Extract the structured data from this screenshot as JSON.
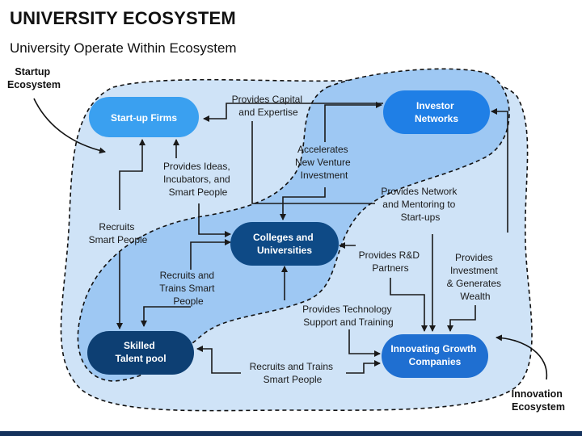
{
  "header": {
    "title": "UNIVERSITY ECOSYSTEM",
    "subtitle": "University Operate Within Ecosystem"
  },
  "ecosystems": {
    "startup": [
      "Startup",
      "Ecosystem"
    ],
    "innovation": [
      "Innovation",
      "Ecosystem"
    ]
  },
  "nodes": {
    "startup_firms": [
      "Start-up Firms"
    ],
    "investor_networks": [
      "Investor",
      "Networks"
    ],
    "colleges": [
      "Colleges and",
      "Universities"
    ],
    "talent_pool": [
      "Skilled",
      "Talent pool"
    ],
    "innovating_companies": [
      "Innovating Growth",
      "Companies"
    ]
  },
  "labels": {
    "capital": [
      "Provides Capital",
      "and Expertise"
    ],
    "accelerates": [
      "Accelerates",
      "New Venture",
      "Investment"
    ],
    "ideas": [
      "Provides Ideas,",
      "Incubators, and",
      "Smart People"
    ],
    "network": [
      "Provides Network",
      "and Mentoring to",
      "Start-ups"
    ],
    "recruits_smart": [
      "Recruits",
      "Smart People"
    ],
    "rd": [
      "Provides R&D",
      "Partners"
    ],
    "investment": [
      "Provides",
      "Investment",
      "& Generates",
      "Wealth"
    ],
    "recruits_trains": [
      "Recruits and",
      "Trains Smart",
      "People"
    ],
    "tech_support": [
      "Provides Technology",
      "Support and Training"
    ],
    "recruits_trains_bottom": [
      "Recruits and Trains",
      "Smart People"
    ]
  },
  "colors": {
    "outer_region": "#cfe3f7",
    "inner_region": "#9ec8f3",
    "startup_node": "#3aa0f0",
    "investor_node": "#1f7fe6",
    "dark_node": "#0e4a86",
    "dark_node_alt": "#0d3f73",
    "company_node": "#1f6fd1",
    "arrow": "#1a1a1a",
    "bottom_bar": "#14325c"
  }
}
